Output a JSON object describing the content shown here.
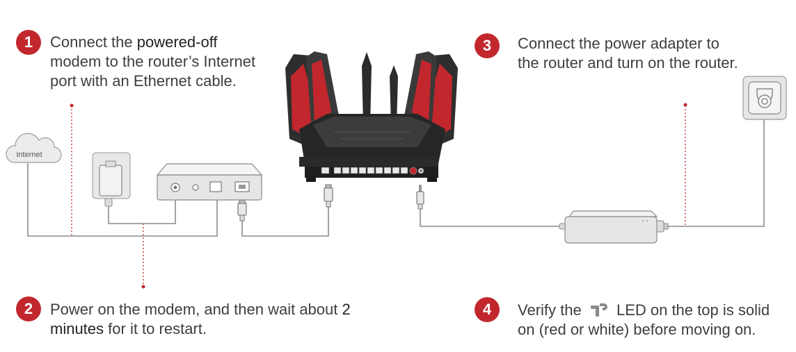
{
  "steps": [
    {
      "number": "1",
      "text_before": "Connect the ",
      "text_bold": "powered-off",
      "line2": "modem to the router’s Internet",
      "line3": "port with an Ethernet cable."
    },
    {
      "number": "2",
      "text_before": "Power on the modem, and then wait about ",
      "text_bold": "2",
      "line2_bold": "minutes",
      "line2_rest": " for it to restart."
    },
    {
      "number": "3",
      "line1": "Connect the power adapter to",
      "line2": "the router and turn on the router."
    },
    {
      "number": "4",
      "text_before": "Verify the ",
      "text_after": " LED on the top is solid",
      "line2": "on (red or white) before moving on."
    }
  ],
  "cloud": {
    "label": "Internet"
  },
  "colors": {
    "accent": "#c1272d",
    "line": "#8a8a8a",
    "device": "#e6e6e6",
    "router": "#2b2b2b"
  },
  "icons": [
    "cloud-icon",
    "modem-power-adapter-icon",
    "modem-icon",
    "router-icon",
    "power-adapter-icon",
    "power-outlet-icon",
    "tp-link-logo-icon"
  ]
}
